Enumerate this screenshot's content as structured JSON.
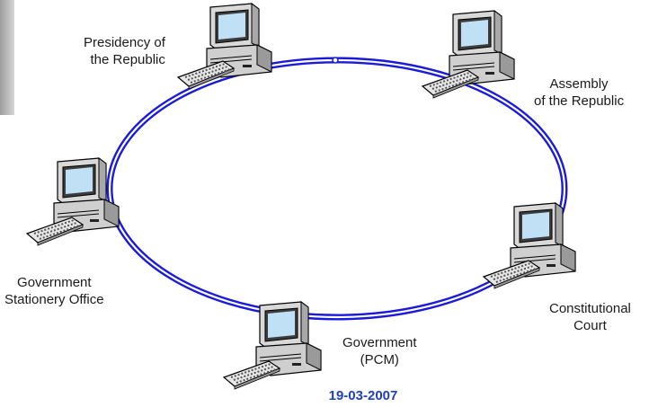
{
  "nodes": [
    {
      "id": "presidency",
      "lines": [
        "Presidency of",
        "the Republic"
      ]
    },
    {
      "id": "assembly",
      "lines": [
        "Assembly",
        "of the Republic"
      ]
    },
    {
      "id": "constitutional-court",
      "lines": [
        "Constitutional",
        "Court"
      ]
    },
    {
      "id": "government",
      "lines": [
        "Government",
        "(PCM)"
      ]
    },
    {
      "id": "stationery-office",
      "lines": [
        "Government",
        "Stationery Office"
      ]
    }
  ],
  "date": "19-03-2007",
  "colors": {
    "ring": "#1a1adb",
    "date": "#1f3fbf"
  }
}
